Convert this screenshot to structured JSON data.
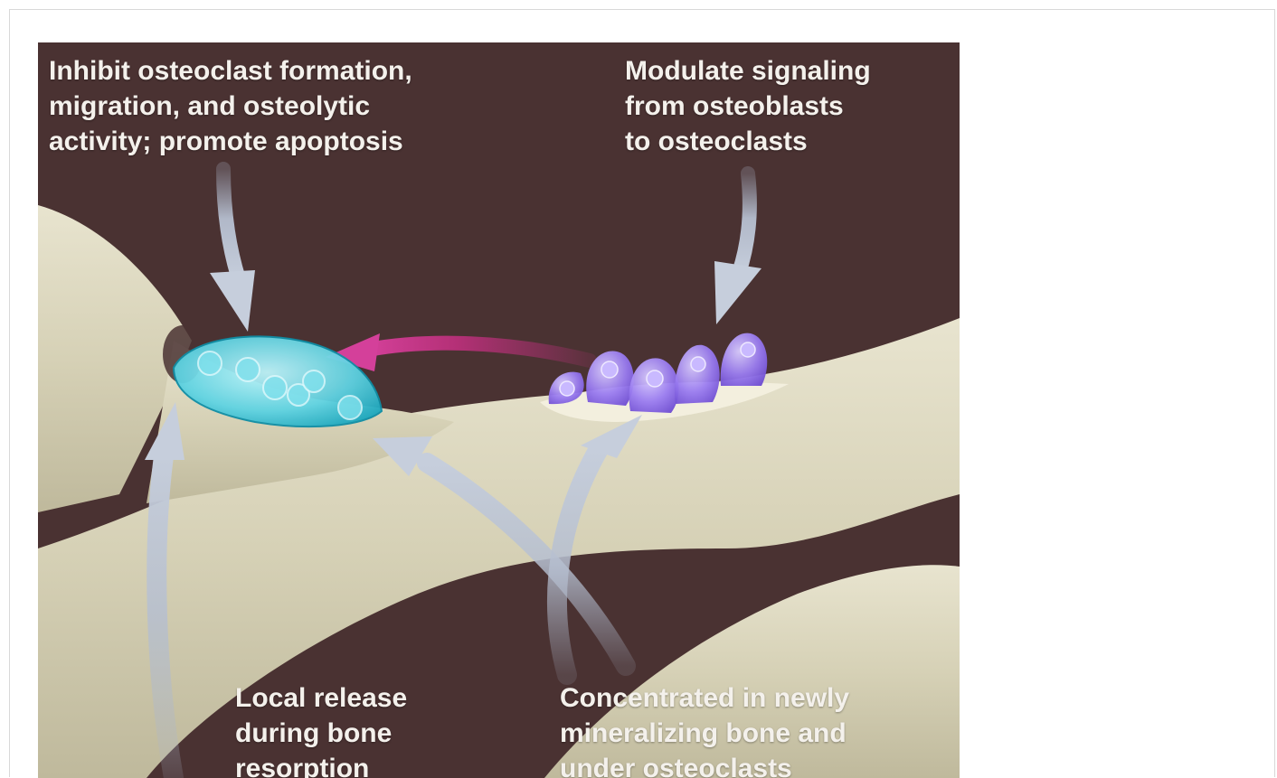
{
  "labels": {
    "top_left": {
      "lines": [
        "Inhibit osteoclast formation,",
        "migration, and osteolytic",
        "activity; promote apoptosis"
      ]
    },
    "top_right": {
      "lines": [
        "Modulate signaling",
        "from osteoblasts",
        "to osteoclasts"
      ]
    },
    "bottom_left": {
      "lines": [
        "Local release",
        "during bone",
        "resorption"
      ]
    },
    "bottom_right": {
      "lines": [
        "Concentrated in newly",
        "mineralizing bone and",
        "under osteoclasts"
      ]
    }
  },
  "colors": {
    "background": "#4a3232",
    "bone": "#dcd8bf",
    "osteoclast": "#3cc6d8",
    "osteoblast": "#8a6be0",
    "signal_arrow": "#c0307e",
    "effect_arrow": "#a9b3c6"
  }
}
